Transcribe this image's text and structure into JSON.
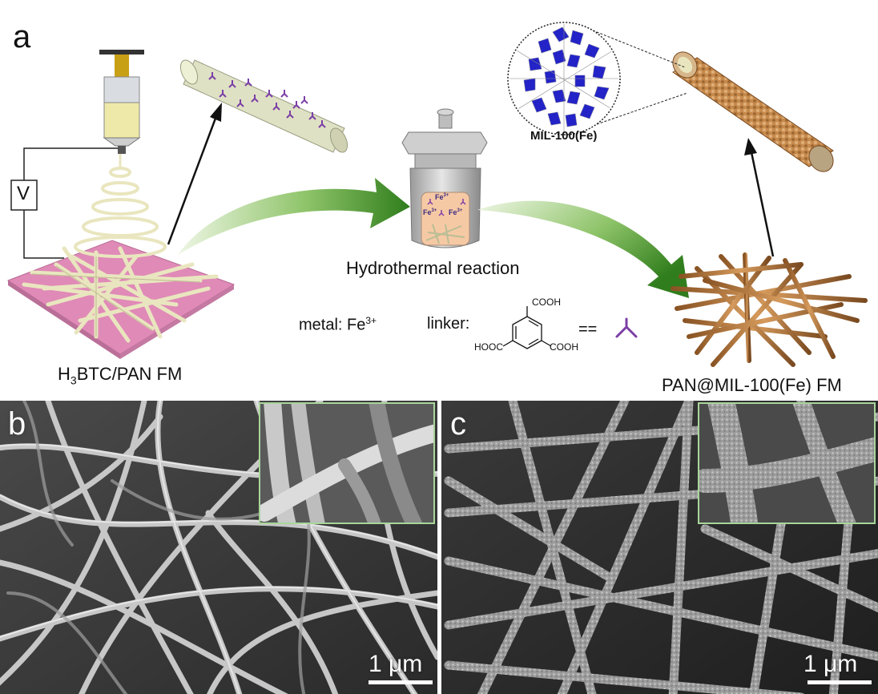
{
  "panel_a": {
    "letter": "a",
    "voltage_symbol": "V",
    "caption_left_prefix": "H",
    "caption_left_sub": "3",
    "caption_left_suffix": "BTC/PAN FM",
    "caption_center": "Hydrothermal reaction",
    "caption_right": "PAN@MIL-100(Fe) FM",
    "mof_label": "MIL-100(Fe)",
    "metal_prefix": "metal: Fe",
    "metal_sup": "3+",
    "linker_label": "linker:",
    "cooh_top": "COOH",
    "hooc_left": "HOOC",
    "cooh_right": "COOH",
    "equals_sign": "==",
    "fe_label": "Fe",
    "fe_sup": "3+"
  },
  "panel_b": {
    "letter": "b",
    "scale": "1 μm"
  },
  "panel_c": {
    "letter": "c",
    "scale": "1 μm"
  },
  "colors": {
    "linker_purple": "#7b3fa6",
    "arrow_green": "#2f8a1e",
    "substrate_pink": "#e08ab8",
    "fiber_cream": "#e9e6bf",
    "mof_fiber": "#c98a4a",
    "inset_border": "#a9d59a"
  }
}
